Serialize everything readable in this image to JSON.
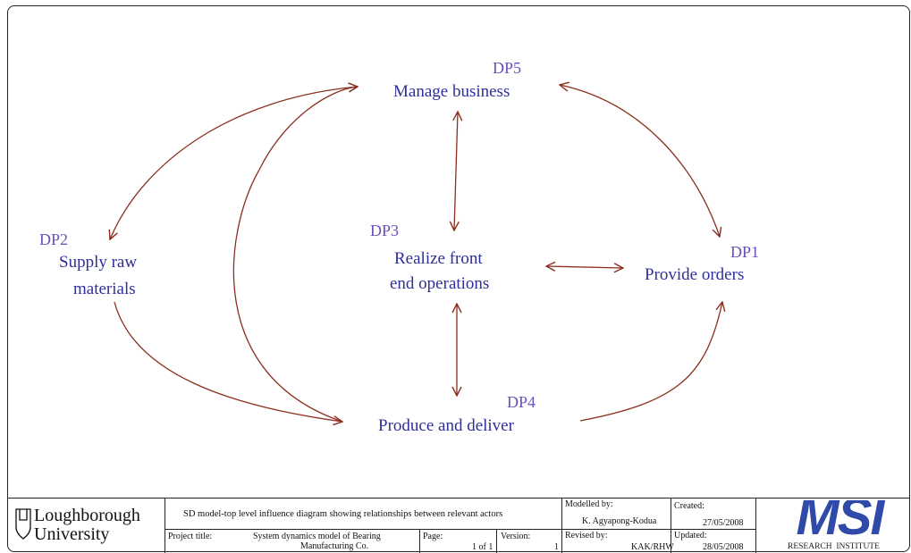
{
  "nodes": {
    "dp5": {
      "tag": "DP5",
      "label": "Manage business"
    },
    "dp2": {
      "tag": "DP2",
      "label_line1": "Supply raw",
      "label_line2": "materials"
    },
    "dp3": {
      "tag": "DP3",
      "label_line1": "Realize front",
      "label_line2": "end operations"
    },
    "dp1": {
      "tag": "DP1",
      "label": "Provide orders"
    },
    "dp4": {
      "tag": "DP4",
      "label": "Produce and deliver"
    }
  },
  "colors": {
    "arrow": "#8b2e1e",
    "node_text": "#2e2e9c",
    "tag_text": "#6a4fb8",
    "msi_blue": "#2f4aa8"
  },
  "title_block": {
    "logo_line1": "Loughborough",
    "logo_line2": "University",
    "description": "SD model-top level influence diagram showing relationships between relevant actors",
    "project_title_label": "Project title:",
    "project_title_line1": "System dynamics model of Bearing",
    "project_title_line2": "Manufacturing Co.",
    "page_label": "Page:",
    "page_value": "1 of 1",
    "version_label": "Version:",
    "version_value": "1",
    "modelled_by_label": "Modelled by:",
    "modelled_by_value": "K. Agyapong-Kodua",
    "revised_by_label": "Revised by:",
    "revised_by_value": "KAK/RHW",
    "created_label": "Created:",
    "created_value": "27/05/2008",
    "updated_label": "Updated:",
    "updated_value": "28/05/2008",
    "msi_text": "MSI",
    "msi_subtitle": "RESEARCH  INSTITUTE"
  }
}
